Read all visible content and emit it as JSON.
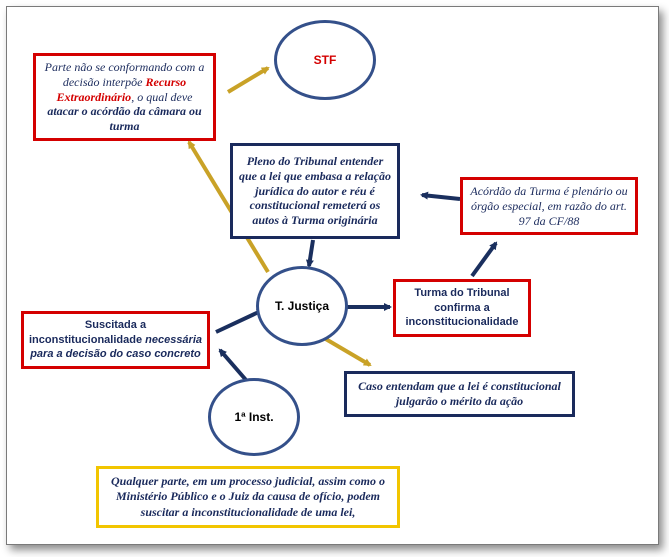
{
  "nodes": {
    "stf": {
      "label": "STF",
      "color": "#d40000"
    },
    "tjustica": {
      "label": "T. Justiça"
    },
    "primeira": {
      "label": "1ª Inst."
    },
    "recurso": {
      "t1": "Parte não se conformando com a decisão interpõe ",
      "t2": "Recurso Extraordinário",
      "t3": ", o qual deve ",
      "t4": "atacar o acórdão da câmara ou turma"
    },
    "pleno": {
      "text": "Pleno do Tribunal entender que a lei que embasa a relação jurídica do autor e réu é constitucional  remeterá os autos à Turma originária"
    },
    "acordao": {
      "text": "Acórdão da Turma é plenário ou órgão especial, em razão do art. 97 da CF/88"
    },
    "turma": {
      "text": "Turma do Tribunal confirma a inconstitucionalidade"
    },
    "suscitada": {
      "t1": "Suscitada a inconstitucionalidade ",
      "t2": "necessária",
      "t3": " para a decisão do caso concreto"
    },
    "constitucional": {
      "text": "Caso entendam que a lei é constitucional julgarão o mérito da ação"
    },
    "qualquer": {
      "text": "Qualquer  parte, em um processo judicial, assim como o Ministério Público e o Juiz da causa de ofício, podem suscitar a inconstitucionalidade de uma lei,"
    }
  },
  "colors": {
    "red_border": "#d40000",
    "navy_border": "#1a2a5c",
    "gold_border": "#f2c500",
    "gold_arrow": "#c9a227",
    "navy_arrow": "#1a2f5e",
    "ellipse_border": "#34508a"
  }
}
